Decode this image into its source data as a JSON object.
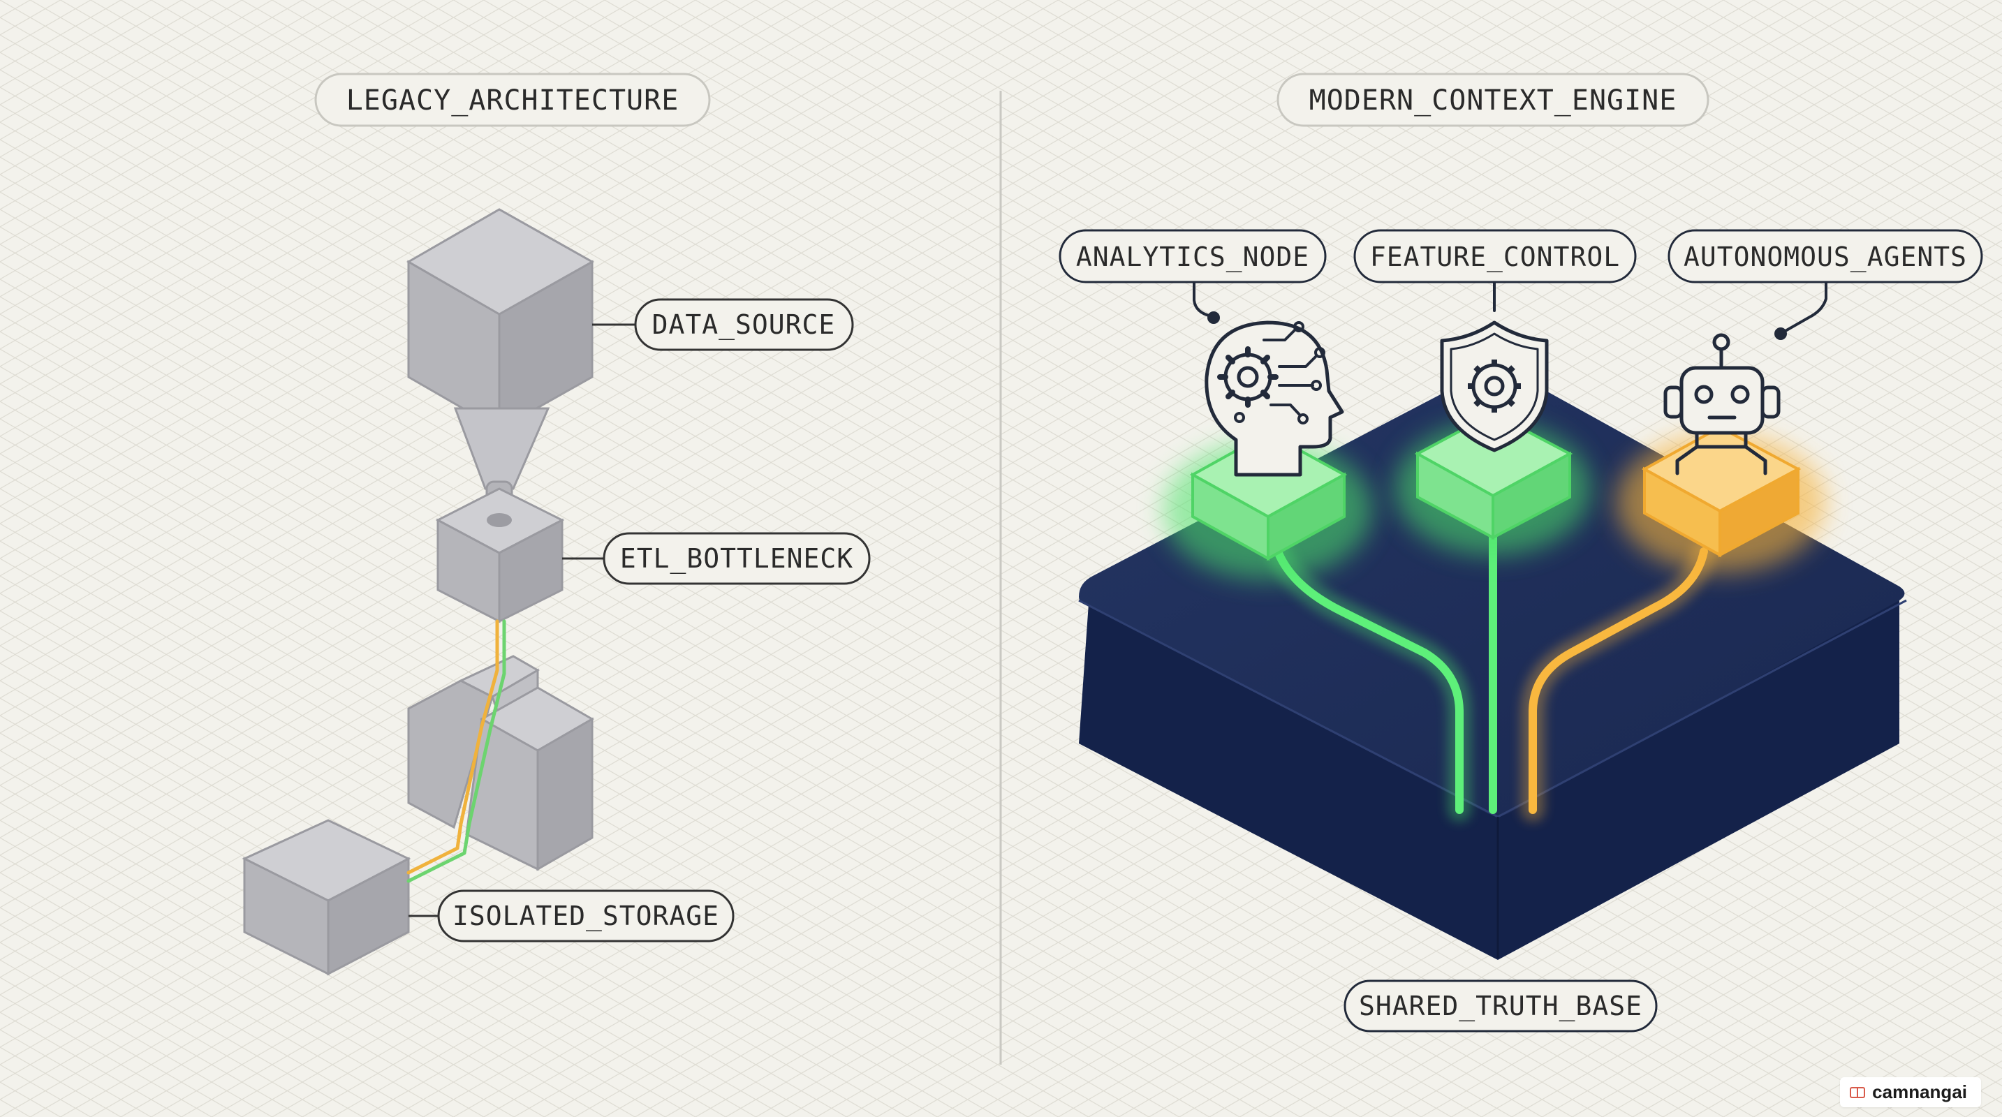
{
  "legacy": {
    "title": "LEGACY_ARCHITECTURE",
    "data_source": "DATA_SOURCE",
    "etl_bottleneck": "ETL_BOTTLENECK",
    "isolated_storage": "ISOLATED_STORAGE"
  },
  "modern": {
    "title": "MODERN_CONTEXT_ENGINE",
    "analytics_node": "ANALYTICS_NODE",
    "feature_control": "FEATURE_CONTROL",
    "autonomous_agents": "AUTONOMOUS_AGENTS",
    "shared_truth_base": "SHARED_TRUTH_BASE"
  },
  "watermark": {
    "brand": "camnangai"
  },
  "colors": {
    "background": "#f3f2ec",
    "grid": "#dedcd3",
    "cube_gray": "#b9b9be",
    "platform_navy": "#1b2a52",
    "green_glow": "#4ee36a",
    "orange_glow": "#f6b23a",
    "outline_dark": "#222a3a"
  }
}
